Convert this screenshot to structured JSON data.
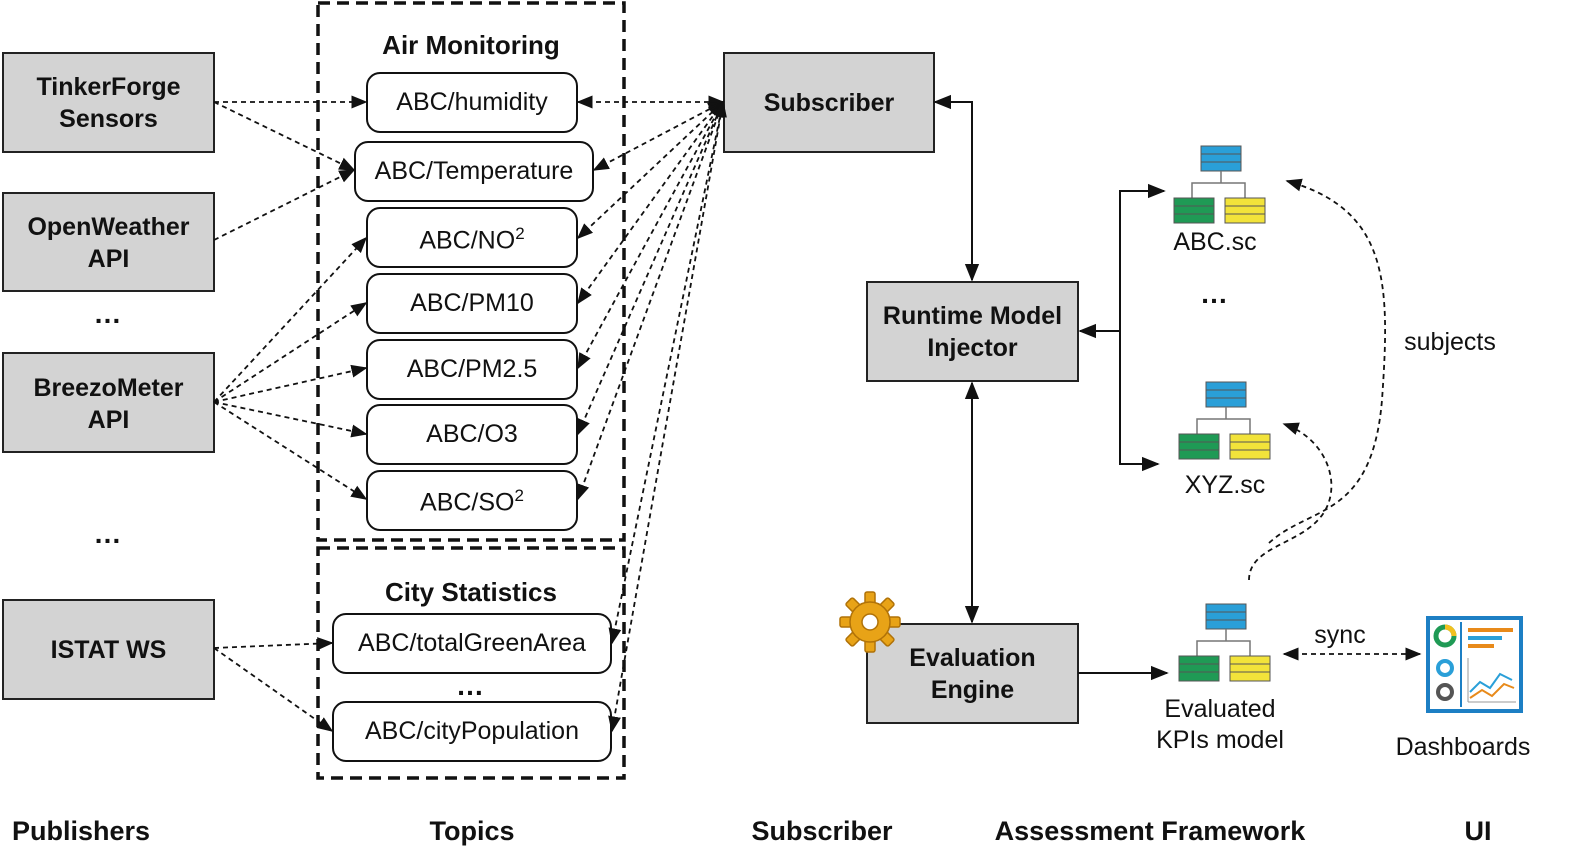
{
  "publishers": {
    "tinkerforge": [
      "TinkerForge",
      "Sensors"
    ],
    "openweather": [
      "OpenWeather",
      "API"
    ],
    "breezometer": [
      "BreezoMeter",
      "API"
    ],
    "istat": "ISTAT WS",
    "ellipsis_1": "…",
    "ellipsis_2": "…"
  },
  "groups": {
    "air_monitoring": {
      "title": "Air Monitoring",
      "topics": [
        "ABC/humidity",
        "ABC/Temperature",
        "ABC/NO",
        "ABC/PM10",
        "ABC/PM2.5",
        "ABC/O3",
        "ABC/SO"
      ],
      "superscript": "2"
    },
    "city_statistics": {
      "title": "City Statistics",
      "topics": [
        "ABC/totalGreenArea",
        "ABC/cityPopulation"
      ],
      "ellipsis": "…"
    }
  },
  "framework": {
    "subscriber": "Subscriber",
    "injector": [
      "Runtime Model",
      "Injector"
    ],
    "engine": [
      "Evaluation",
      "Engine"
    ],
    "models": {
      "abc": "ABC.sc",
      "ellipsis": "…",
      "xyz": "XYZ.sc",
      "evaluated": [
        "Evaluated",
        "KPIs model"
      ]
    },
    "subjects_label": "subjects",
    "sync_label": "sync",
    "dashboards": "Dashboards"
  },
  "footer": {
    "publishers": "Publishers",
    "topics": "Topics",
    "subscriber": "Subscriber",
    "framework": "Assessment Framework",
    "ui": "UI"
  },
  "colors": {
    "box_fill": "#d3d3d3",
    "model_blue": "#2a9fd8",
    "model_green": "#1f9a55",
    "model_yellow": "#f2e33a",
    "gear": "#e8a317"
  },
  "icons": [
    "gear-icon",
    "model-tree-icon",
    "dashboard-icon"
  ]
}
